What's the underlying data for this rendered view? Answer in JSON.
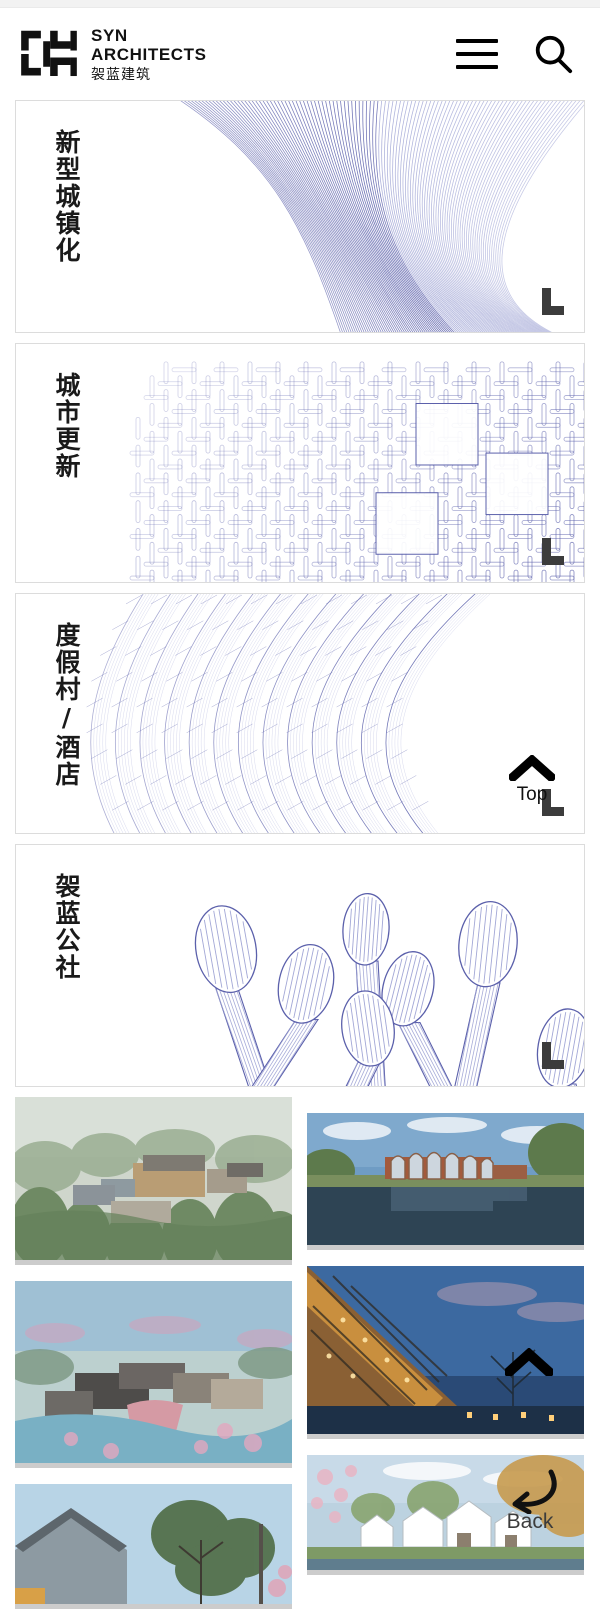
{
  "site": {
    "brand_en_line1": "SYN",
    "brand_en_line2": "ARCHITECTS",
    "brand_cn": "袈蓝建筑",
    "logo_icon": "syn-logo-mark"
  },
  "header": {
    "menu_icon": "hamburger-menu-icon",
    "search_icon": "search-icon"
  },
  "cards": [
    {
      "title": "新型城镇化",
      "art": "flowing-lines",
      "corner_icon": "corner-bracket-icon"
    },
    {
      "title": "城市更新",
      "art": "lattice-grid",
      "corner_icon": "corner-bracket-icon"
    },
    {
      "title": "度假村/酒店",
      "art": "curved-contours",
      "corner_icon": "corner-bracket-icon"
    },
    {
      "title": "袈蓝公社",
      "art": "bud-stalks",
      "corner_icon": "corner-bracket-icon"
    }
  ],
  "gallery": {
    "left": [
      {
        "caption": "aerial-resort-complex-in-forest",
        "height": 163
      },
      {
        "caption": "aerial-village-by-water-with-blossom",
        "height": 182
      },
      {
        "caption": "tiled-roof-with-tree-and-blue-sky",
        "height": 120
      }
    ],
    "right": [
      {
        "caption": "arched-pavilion-reflected-in-lake",
        "height": 132
      },
      {
        "caption": "night-lit-timber-canopy-building",
        "height": 168
      },
      {
        "caption": "white-gabled-houses-with-blossom",
        "height": 115
      }
    ]
  },
  "controls": {
    "scroll_top_label": "Top",
    "scroll_top_icon": "chevron-up-icon",
    "secondary_chevron_icon": "chevron-up-icon",
    "back_label": "Back",
    "back_icon": "curved-back-arrow-icon"
  },
  "colors": {
    "line_art_blue": "#5b60ab",
    "line_art_blue_light": "#9ea3d4",
    "card_border": "#dcdcdc",
    "text_dark": "#1a1a1a",
    "accent_black": "#000000"
  }
}
